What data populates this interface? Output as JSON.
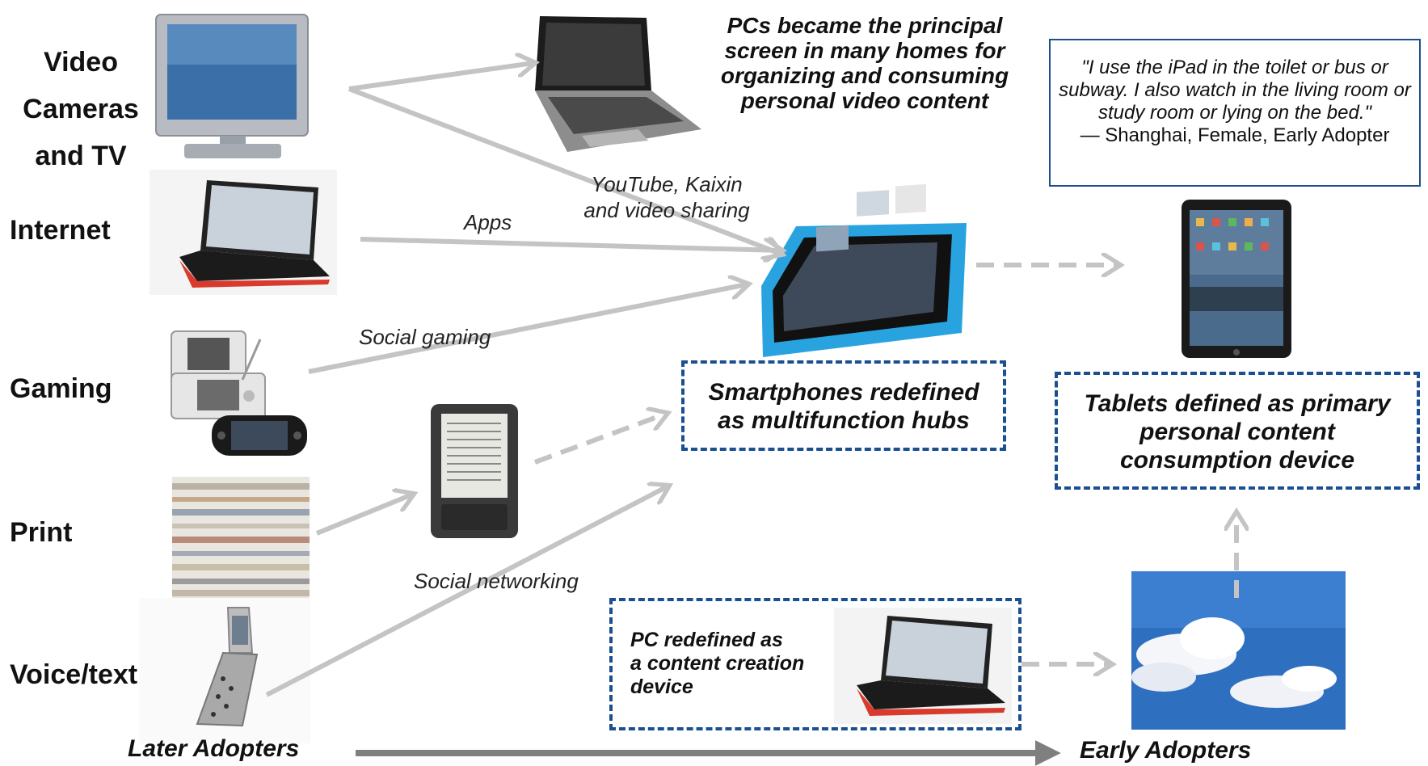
{
  "categories": {
    "video": [
      "Video",
      "Cameras",
      "and TV"
    ],
    "internet": "Internet",
    "gaming": "Gaming",
    "print": "Print",
    "voice": "Voice/text"
  },
  "edge_labels": {
    "youtube": [
      "YouTube, Kaixin",
      "and video sharing"
    ],
    "apps": "Apps",
    "social_gaming": "Social gaming",
    "social_networking": "Social networking"
  },
  "pc_headline": [
    "PCs became the principal",
    "screen in many homes for",
    "organizing and consuming",
    "personal video content"
  ],
  "quote": {
    "text": "\"I use the iPad in the toilet or bus or subway. I also watch in the living room or study room or lying on the bed.\"",
    "attribution": "— Shanghai, Female, Early Adopter"
  },
  "smartphone_box": [
    "Smartphones redefined",
    "as multifunction hubs"
  ],
  "tablet_box": [
    "Tablets defined as primary",
    "personal content",
    "consumption device"
  ],
  "pc_box": [
    "PC redefined as",
    "a content creation",
    "device"
  ],
  "axis": {
    "later": "Later Adopters",
    "early": "Early Adopters"
  },
  "colors": {
    "arrow_gray": "#c4c4c4",
    "axis_gray": "#7f7f7f",
    "dash_blue": "#1a4f91",
    "phone_blue": "#29a3e0"
  }
}
